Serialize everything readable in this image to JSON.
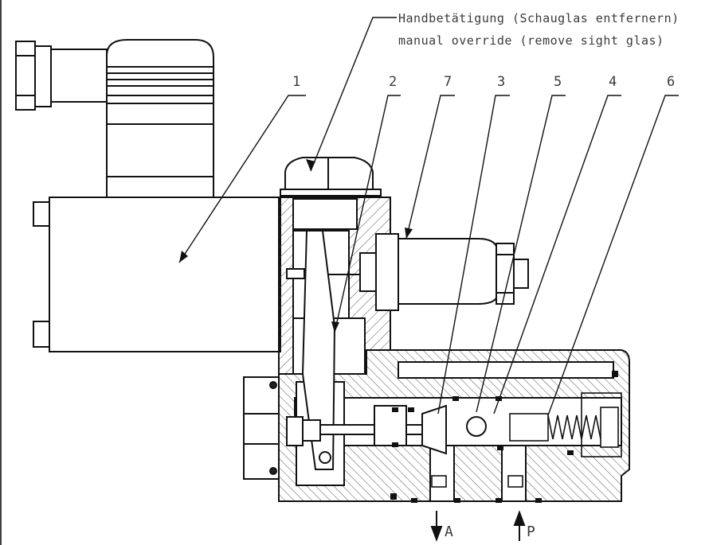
{
  "annotation": {
    "line1": "Handbetätigung (Schauglas entfernern)",
    "line2": "manual override (remove sight glas)"
  },
  "part_numbers": [
    "1",
    "2",
    "7",
    "3",
    "5",
    "4",
    "6"
  ],
  "ports": {
    "a": "A",
    "p": "P"
  }
}
